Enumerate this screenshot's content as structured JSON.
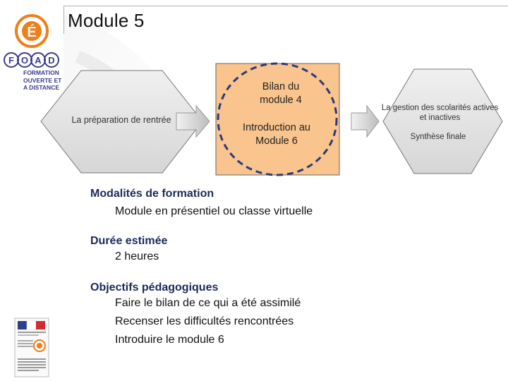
{
  "header": {
    "title": "Module 5"
  },
  "brand": {
    "logo_letter": "É",
    "foad_letters": [
      "F",
      "O",
      "A",
      "D"
    ],
    "foad_lines": "FORMATION\nOUVERTE ET\nA DISTANCE"
  },
  "diagram": {
    "left_step": "La préparation de rentrée",
    "center_top": "Bilan du module 4",
    "center_bottom": "Introduction au Module 6",
    "right_top": "La gestion des scolarités actives et inactives",
    "right_bottom": "Synthèse finale"
  },
  "sections": [
    {
      "heading": "Modalités de formation",
      "lines": [
        "Module en présentiel ou classe virtuelle"
      ]
    },
    {
      "heading": "Durée estimée",
      "lines": [
        "2 heures"
      ]
    },
    {
      "heading": "Objectifs pédagogiques",
      "lines": [
        "Faire le bilan de ce qui a été assimilé",
        "Recenser les difficultés rencontrées",
        "Introduire le module 6"
      ]
    }
  ],
  "colors": {
    "center_fill": "#f9c48e",
    "hex_fill": "#e4e4e4",
    "heading": "#1c2a5a",
    "logo_orange": "#f07e1b",
    "foad_blue": "#3b3b8c"
  }
}
